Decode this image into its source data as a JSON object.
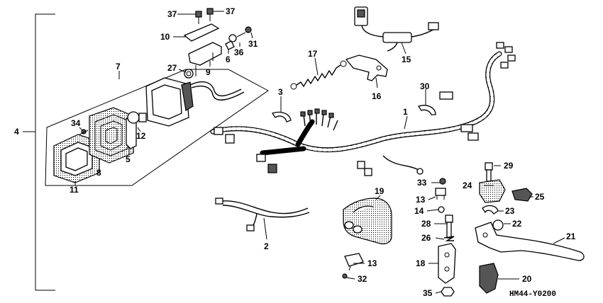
{
  "diagram": {
    "code": "HM44-Y0200",
    "labels": {
      "l1": "1",
      "l2": "2",
      "l3": "3",
      "l4": "4",
      "l5": "5",
      "l6": "6",
      "l7": "7",
      "l8": "8",
      "l9": "9",
      "l10": "10",
      "l11": "11",
      "l12": "12",
      "l13a": "13",
      "l13b": "13",
      "l14": "14",
      "l15": "15",
      "l16": "16",
      "l17": "17",
      "l19": "19",
      "l18": "18",
      "l20": "20",
      "l21": "21",
      "l22": "22",
      "l23": "23",
      "l24": "24",
      "l25": "25",
      "l26": "26",
      "l27": "27",
      "l28": "28",
      "l29": "29",
      "l30": "30",
      "l31": "31",
      "l32": "32",
      "l33": "33",
      "l34": "34",
      "l35": "35",
      "l36": "36",
      "l37a": "37",
      "l37b": "37"
    }
  }
}
